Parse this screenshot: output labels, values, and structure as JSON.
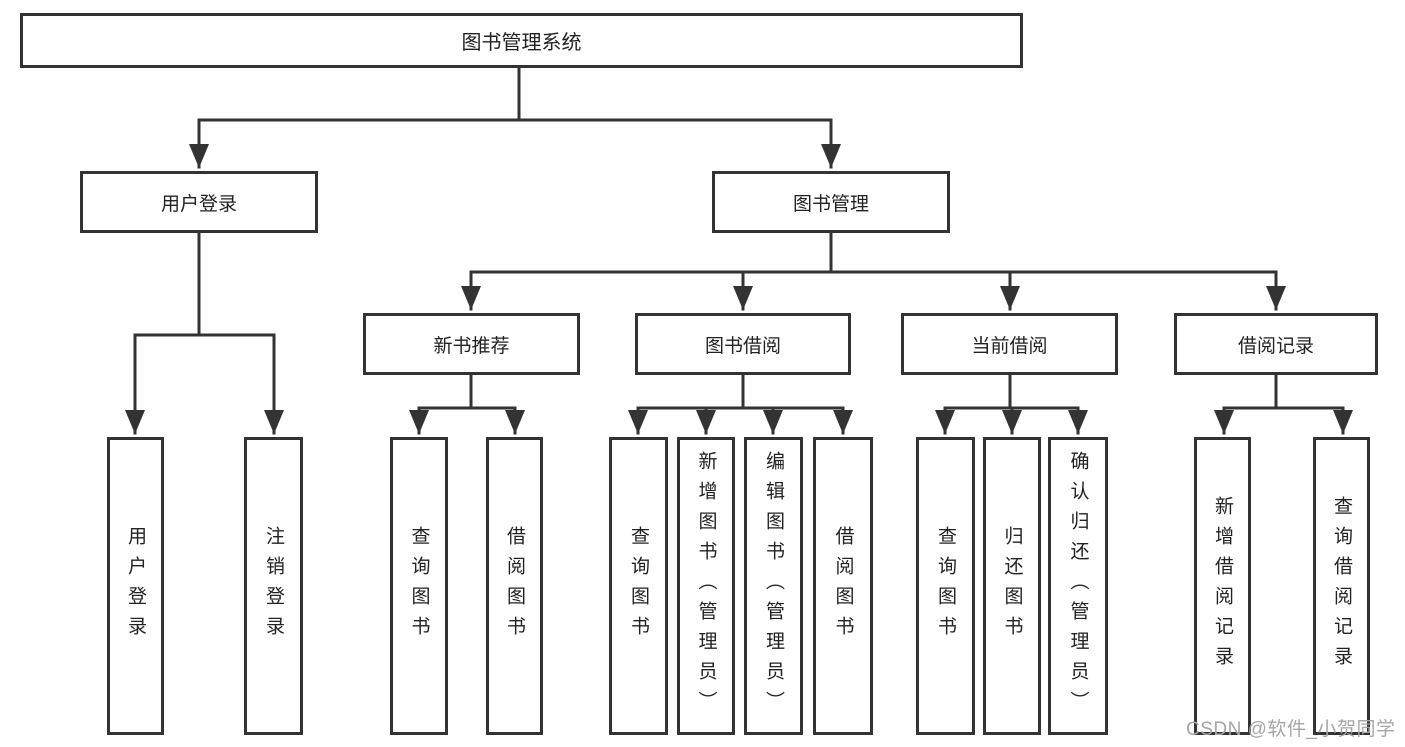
{
  "diagram": {
    "title_node": "图书管理系统",
    "level2": {
      "user_login": "用户登录",
      "book_mgmt": "图书管理"
    },
    "level3": {
      "new_books": "新书推荐",
      "book_borrow": "图书借阅",
      "current_borrow": "当前借阅",
      "borrow_records": "借阅记录"
    },
    "leaves": {
      "login": [
        "用户登录",
        "注销登录"
      ],
      "new_books": [
        "查询图书",
        "借阅图书"
      ],
      "book_borrow": [
        "查询图书",
        "新增图书（管理员）",
        "编辑图书（管理员）",
        "借阅图书"
      ],
      "current_borrow": [
        "查询图书",
        "归还图书",
        "确认归还（管理员）"
      ],
      "borrow_records": [
        "新增借阅记录",
        "查询借阅记录"
      ]
    }
  },
  "watermark": {
    "text": "CSDN @软件_小贺同学"
  },
  "colors": {
    "line": "#333333",
    "text": "#222222",
    "watermark": "#a6a6a6",
    "background": "#ffffff"
  }
}
